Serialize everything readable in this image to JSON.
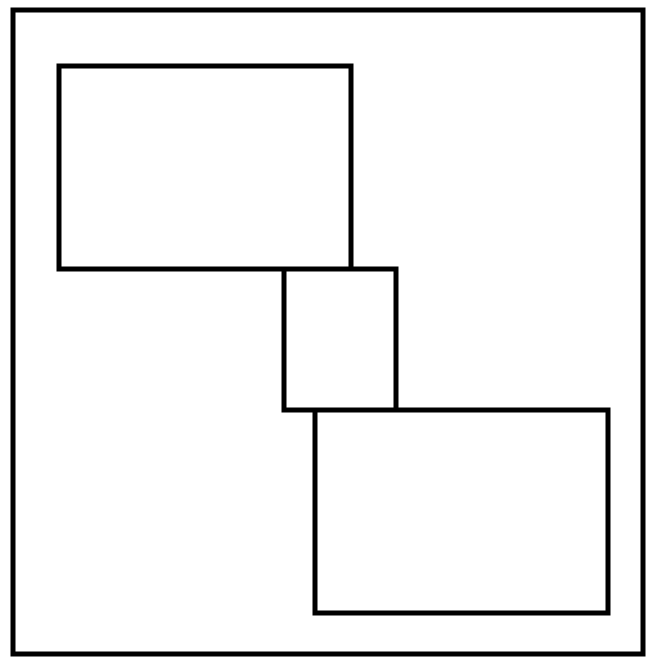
{
  "diagram": {
    "shapes": [
      {
        "id": "outer-frame",
        "kind": "rectangle"
      },
      {
        "id": "top-left-box",
        "kind": "rectangle"
      },
      {
        "id": "middle-connector-box",
        "kind": "rectangle"
      },
      {
        "id": "bottom-right-box",
        "kind": "rectangle"
      }
    ],
    "stroke_color": "#000000",
    "background_color": "#ffffff"
  }
}
